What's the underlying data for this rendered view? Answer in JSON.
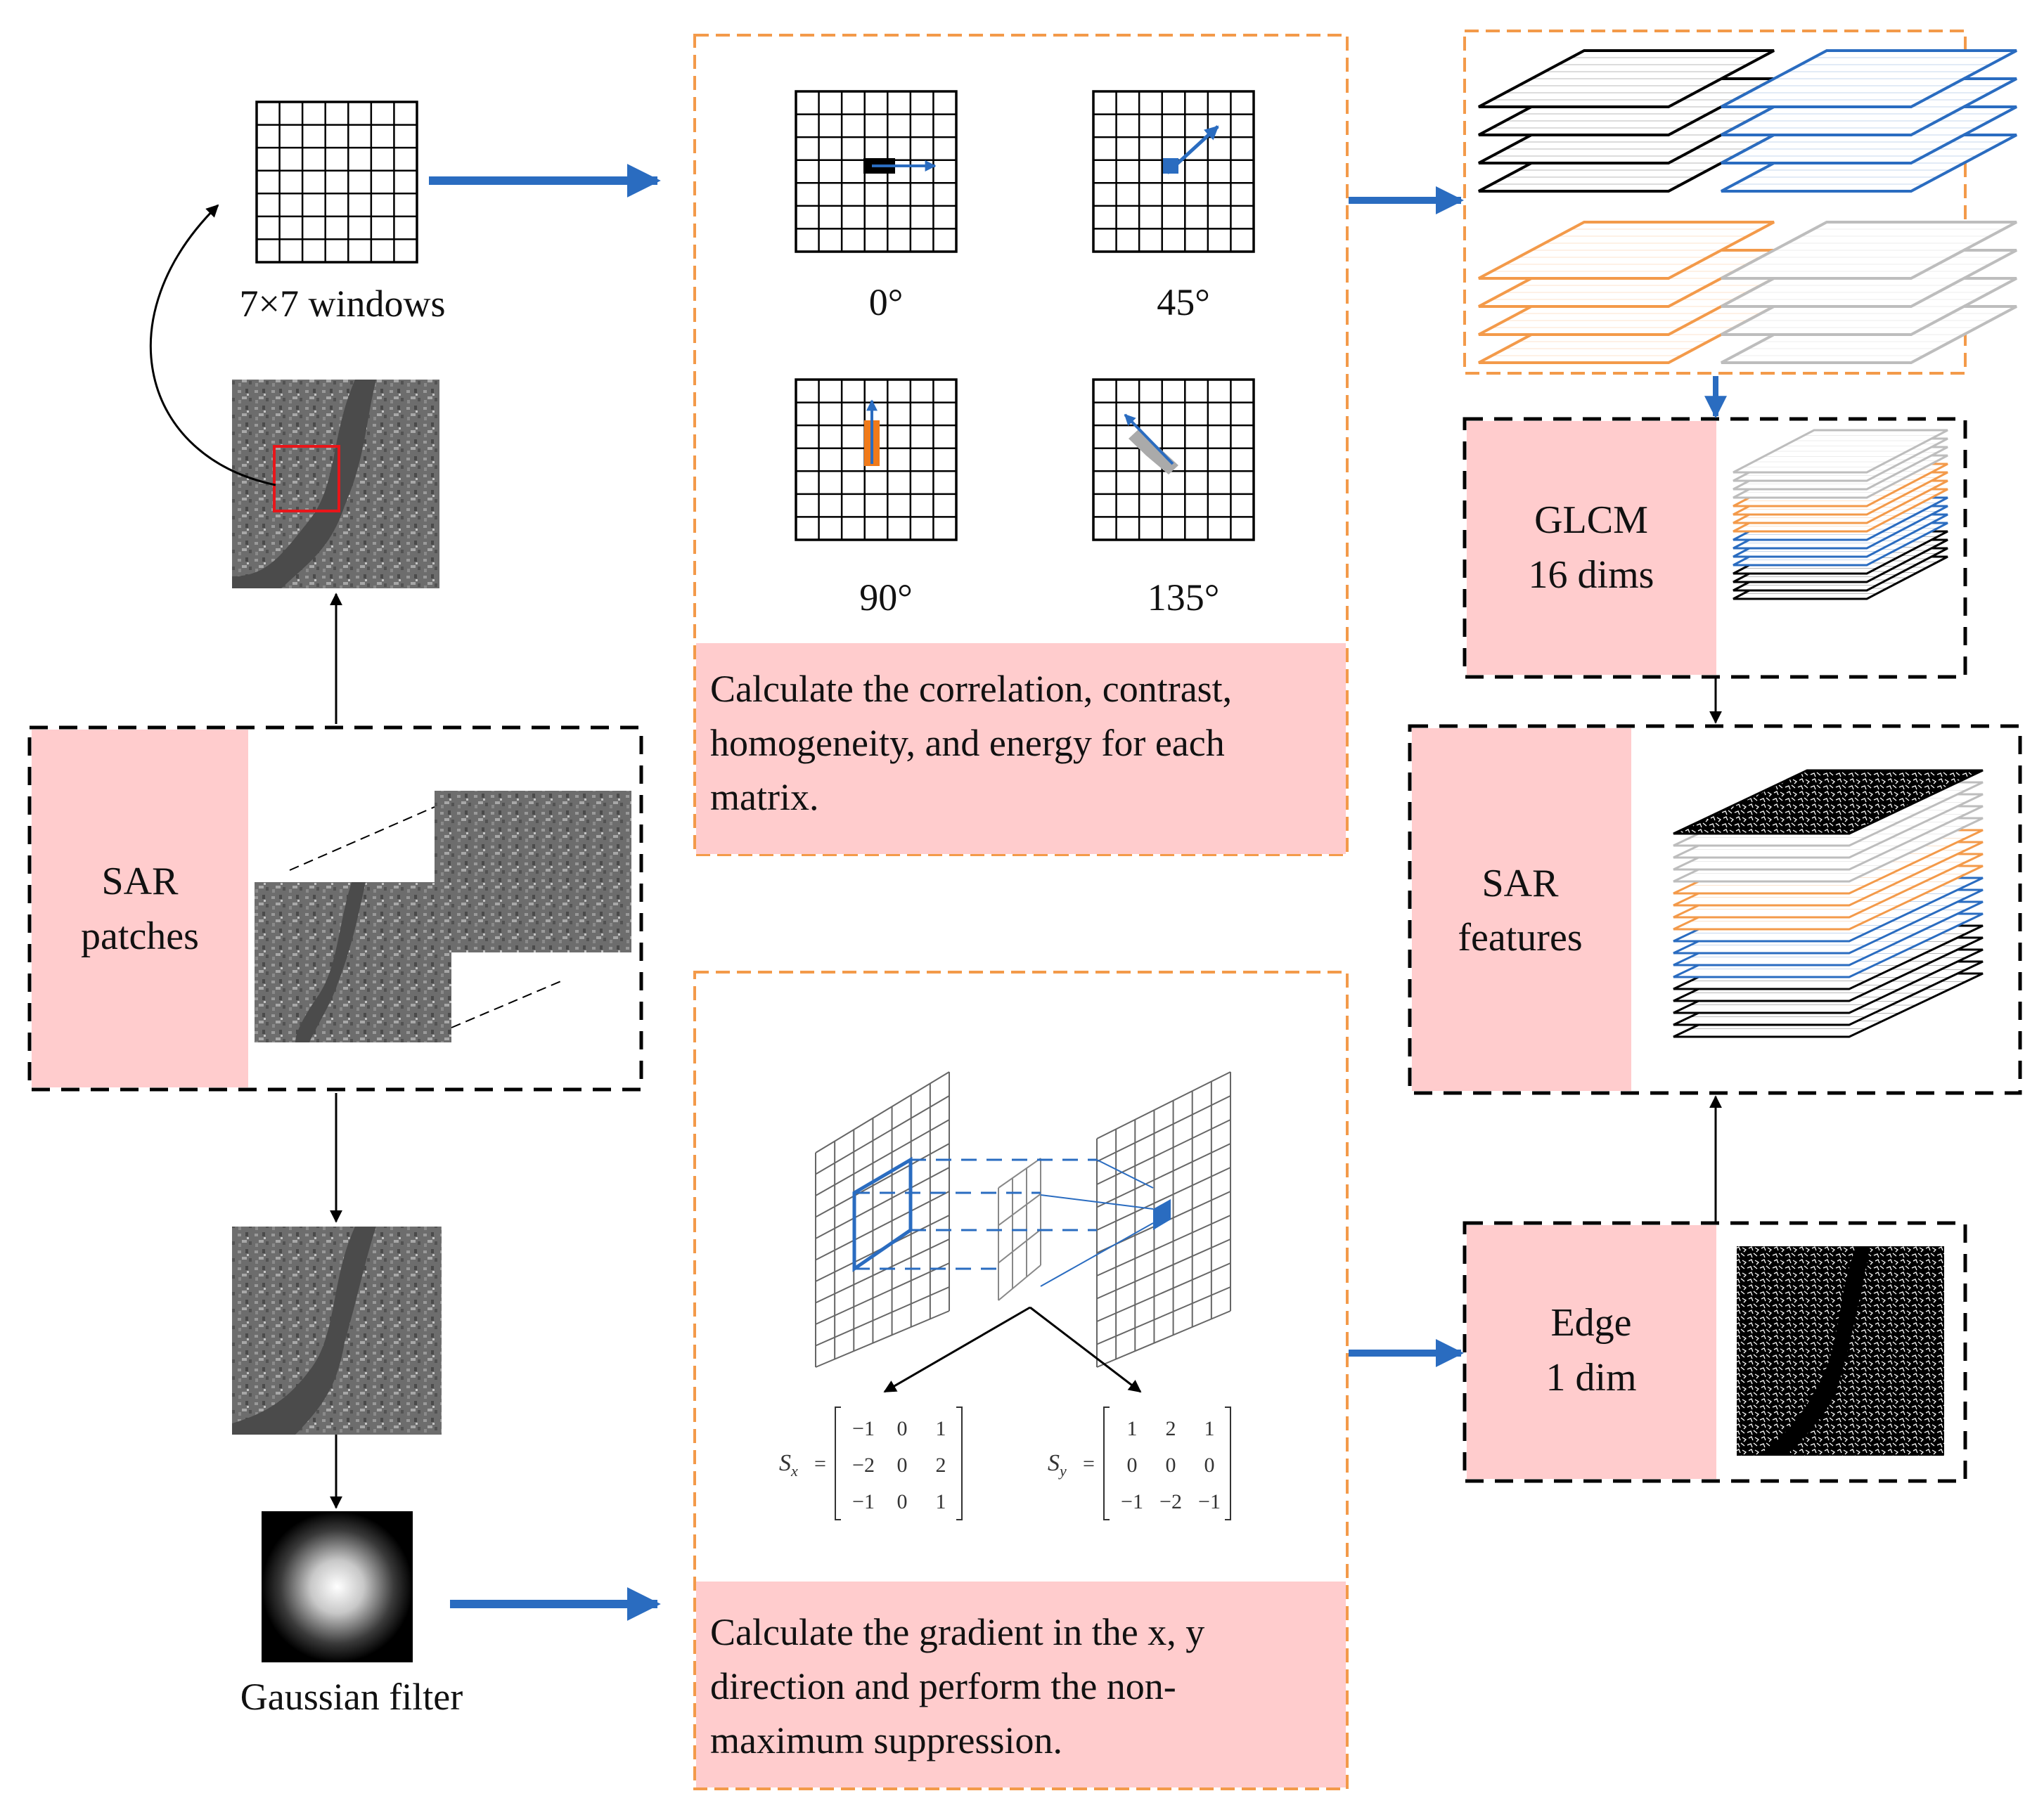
{
  "colors": {
    "pink": "#ffcccd",
    "orange": "#f39a4a",
    "blue": "#2a6cc0",
    "black": "#000000",
    "gray": "#bdbdbd"
  },
  "windows_caption": "7×7 windows",
  "angles": [
    "0°",
    "45°",
    "90°",
    "135°"
  ],
  "glcm_text": [
    "Calculate the correlation, contrast,",
    "homogeneity, and energy for each",
    "matrix."
  ],
  "gradient_text": [
    "Calculate the gradient in the x, y",
    "direction and perform the non-",
    "maximum suppression."
  ],
  "sar_patches": [
    "SAR",
    "patches"
  ],
  "glcm_box": [
    "GLCM",
    "16 dims"
  ],
  "sar_features": [
    "SAR",
    "features"
  ],
  "edge_box": [
    "Edge",
    "1 dim"
  ],
  "gaussian_caption": "Gaussian filter",
  "sobel": {
    "sx_label": "S",
    "sx_sub": "x",
    "sy_label": "S",
    "sy_sub": "y",
    "sx_rows": [
      [
        "−1",
        "0",
        "1"
      ],
      [
        "−2",
        "0",
        "2"
      ],
      [
        "−1",
        "0",
        "1"
      ]
    ],
    "sy_rows": [
      [
        "1",
        "2",
        "1"
      ],
      [
        "0",
        "0",
        "0"
      ],
      [
        "−1",
        "−2",
        "−1"
      ]
    ]
  }
}
